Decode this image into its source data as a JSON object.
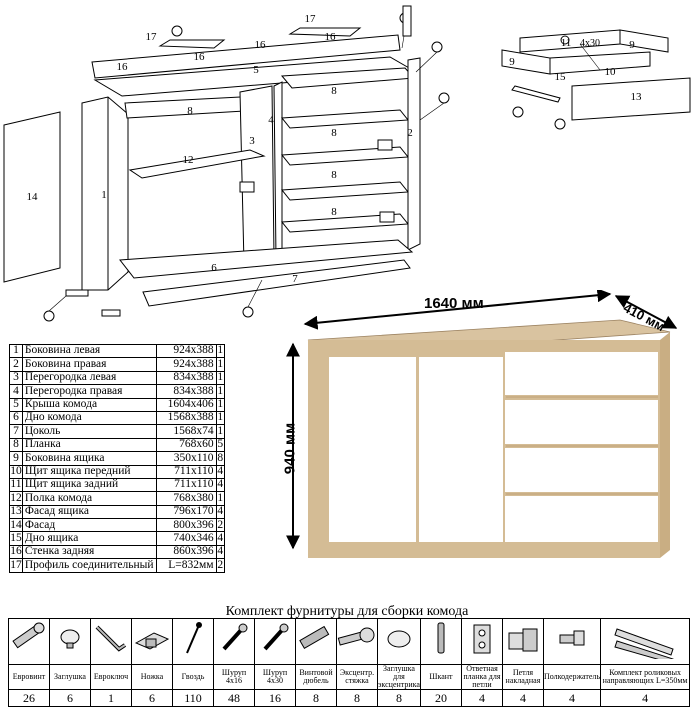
{
  "exploded_view": {
    "part_numbers": [
      "1",
      "2",
      "3",
      "4",
      "5",
      "6",
      "7",
      "8",
      "9",
      "10",
      "11",
      "12",
      "13",
      "14",
      "15",
      "16",
      "17"
    ],
    "hardware_callouts": [
      "4x30"
    ]
  },
  "dimensions": {
    "width": "1640 мм",
    "depth": "410 мм",
    "height": "940 мм"
  },
  "parts": [
    {
      "num": "1",
      "name": "Боковина левая",
      "dim": "924x388",
      "qty": "1"
    },
    {
      "num": "2",
      "name": "Боковина правая",
      "dim": "924x388",
      "qty": "1"
    },
    {
      "num": "3",
      "name": "Перегородка левая",
      "dim": "834x388",
      "qty": "1"
    },
    {
      "num": "4",
      "name": "Перегородка правая",
      "dim": "834x388",
      "qty": "1"
    },
    {
      "num": "5",
      "name": "Крыша комода",
      "dim": "1604x406",
      "qty": "1"
    },
    {
      "num": "6",
      "name": "Дно комода",
      "dim": "1568x388",
      "qty": "1"
    },
    {
      "num": "7",
      "name": "Цоколь",
      "dim": "1568x74",
      "qty": "1"
    },
    {
      "num": "8",
      "name": "Планка",
      "dim": "768x60",
      "qty": "5"
    },
    {
      "num": "9",
      "name": "Боковина ящика",
      "dim": "350x110",
      "qty": "8"
    },
    {
      "num": "10",
      "name": "Щит ящика передний",
      "dim": "711x110",
      "qty": "4"
    },
    {
      "num": "11",
      "name": "Щит ящика задний",
      "dim": "711x110",
      "qty": "4"
    },
    {
      "num": "12",
      "name": "Полка комода",
      "dim": "768x380",
      "qty": "1"
    },
    {
      "num": "13",
      "name": "Фасад ящика",
      "dim": "796x170",
      "qty": "4"
    },
    {
      "num": "14",
      "name": "Фасад",
      "dim": "800x396",
      "qty": "2"
    },
    {
      "num": "15",
      "name": "Дно ящика",
      "dim": "740x346",
      "qty": "4"
    },
    {
      "num": "16",
      "name": "Стенка задняя",
      "dim": "860x396",
      "qty": "4"
    },
    {
      "num": "17",
      "name": "Профиль соединительный",
      "dim": "L=832мм",
      "qty": "2"
    }
  ],
  "hardware": {
    "title": "Комплект фурнитуры для сборки комода",
    "items": [
      {
        "icon": "euroscrew-icon",
        "name": "Евровинт",
        "count": "26"
      },
      {
        "icon": "cap-icon",
        "name": "Заглушка",
        "count": "6"
      },
      {
        "icon": "hex-key-icon",
        "name": "Евроключ",
        "count": "1"
      },
      {
        "icon": "leg-icon",
        "name": "Ножка",
        "count": "6"
      },
      {
        "icon": "nail-icon",
        "name": "Гвоздь",
        "count": "110"
      },
      {
        "icon": "screw-icon",
        "name": "Шуруп 4x16",
        "count": "48"
      },
      {
        "icon": "screw-icon",
        "name": "Шуруп 4x30",
        "count": "16"
      },
      {
        "icon": "dowel-icon",
        "name": "Винтовой дюбель",
        "count": "8"
      },
      {
        "icon": "cam-tie-icon",
        "name": "Эксцентр. стяжка",
        "count": "8"
      },
      {
        "icon": "cam-cap-icon",
        "name": "Заглушка для эксцентрика",
        "count": "8"
      },
      {
        "icon": "wood-dowel-icon",
        "name": "Шкант",
        "count": "20"
      },
      {
        "icon": "mounting-plate-icon",
        "name": "Ответная планка для петли",
        "count": "4"
      },
      {
        "icon": "hinge-icon",
        "name": "Петля накладная",
        "count": "4"
      },
      {
        "icon": "shelf-support-icon",
        "name": "Полкодержатель",
        "count": "4"
      },
      {
        "icon": "drawer-slide-icon",
        "name": "Комплект роликовых направляющих L=350мм",
        "count": "4"
      }
    ]
  }
}
